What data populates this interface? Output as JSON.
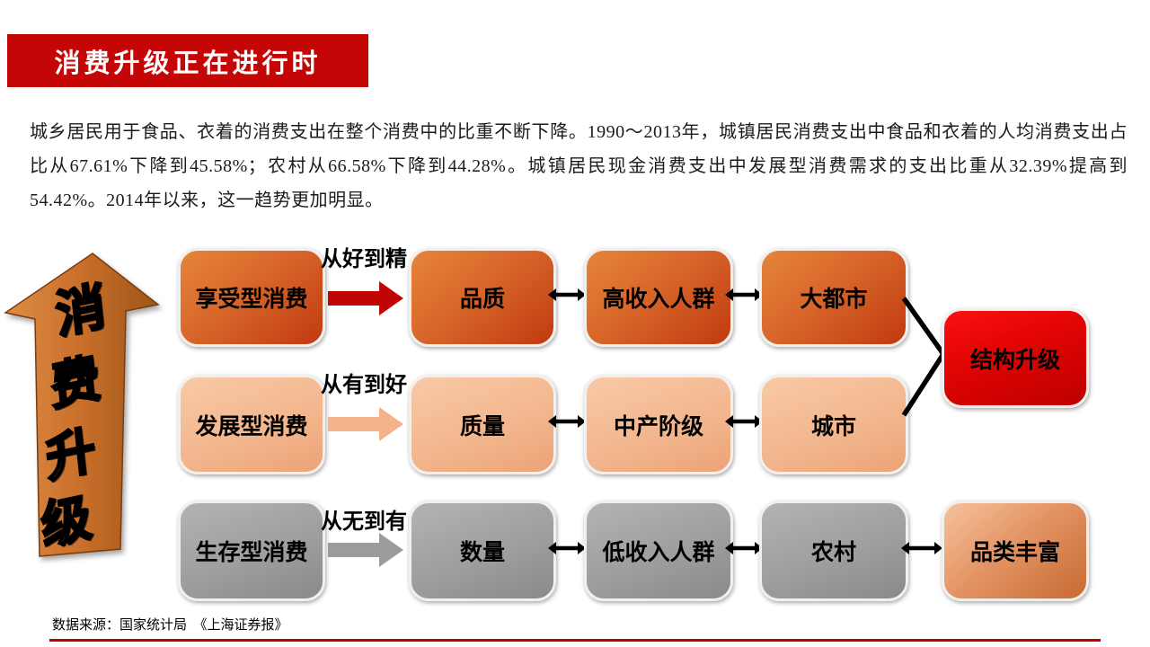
{
  "slide": {
    "title": "消费升级正在进行时",
    "body_text": "城乡居民用于食品、衣着的消费支出在整个消费中的比重不断下降。1990～2013年，城镇居民消费支出中食品和衣着的人均消费支出占比从67.61%下降到45.58%；农村从66.58%下降到44.28%。城镇居民现金消费支出中发展型消费需求的支出比重从32.39%提高到54.42%。2014年以来，这一趋势更加明显。",
    "source": "数据来源：国家统计局　《上海证券报》"
  },
  "diagram": {
    "vertical_arrow": {
      "label": "消费升级",
      "chars": [
        "消",
        "费",
        "升",
        "级"
      ]
    },
    "rows": [
      {
        "theme": "dark-orange",
        "consumption_type": "享受型消费",
        "transition_label": "从好到精",
        "items": [
          "品质",
          "高收入人群",
          "大都市"
        ]
      },
      {
        "theme": "peach",
        "consumption_type": "发展型消费",
        "transition_label": "从有到好",
        "items": [
          "质量",
          "中产阶级",
          "城市"
        ]
      },
      {
        "theme": "gray",
        "consumption_type": "生存型消费",
        "transition_label": "从无到有",
        "items": [
          "数量",
          "低收入人群",
          "农村"
        ]
      }
    ],
    "outcome_top": "结构升级",
    "outcome_bottom": "品类丰富"
  },
  "colors": {
    "banner_red": "#c40606",
    "row1_arrow_red": "#c00505",
    "row2_arrow_peach": "#f5b28a",
    "row3_arrow_gray": "#9c9c9c",
    "outcome_red": "#e30404",
    "outcome_orange": "#c76a32",
    "bottom_rule_red": "#c00000"
  }
}
